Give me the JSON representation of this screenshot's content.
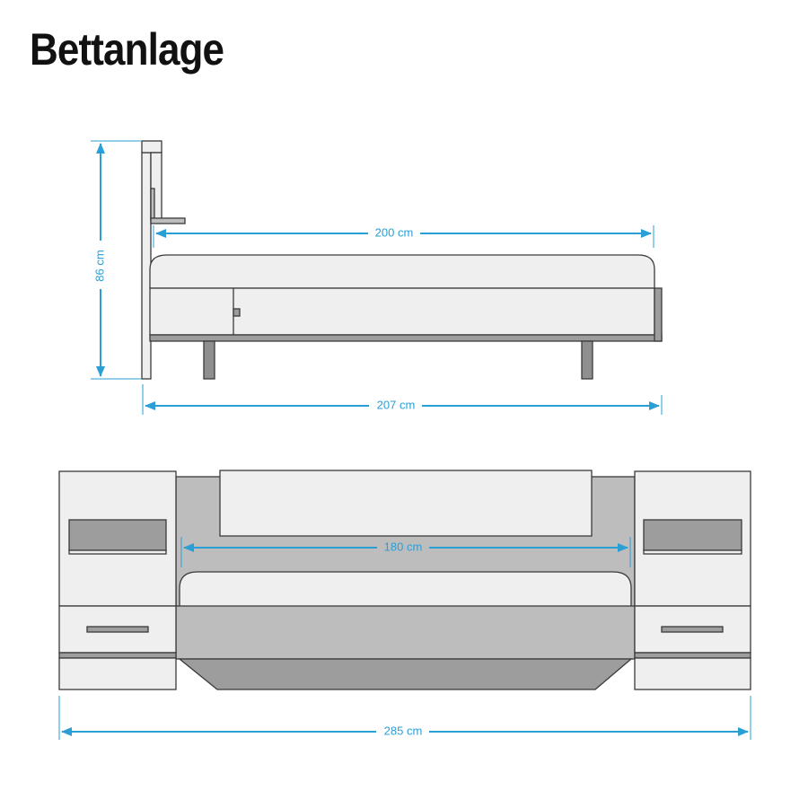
{
  "title": "Bettanlage",
  "colors": {
    "dimension": "#2a9fd6",
    "outline": "#3a3a3a",
    "panel_light": "#efefef",
    "panel_mid": "#bdbdbd",
    "panel_dark": "#9d9d9d",
    "panel_darkest": "#8f8f8f"
  },
  "dimensions": {
    "side_height": "86 cm",
    "side_mattress_length": "200 cm",
    "side_total_length": "207 cm",
    "top_mattress_width": "180 cm",
    "top_total_width": "285 cm"
  }
}
